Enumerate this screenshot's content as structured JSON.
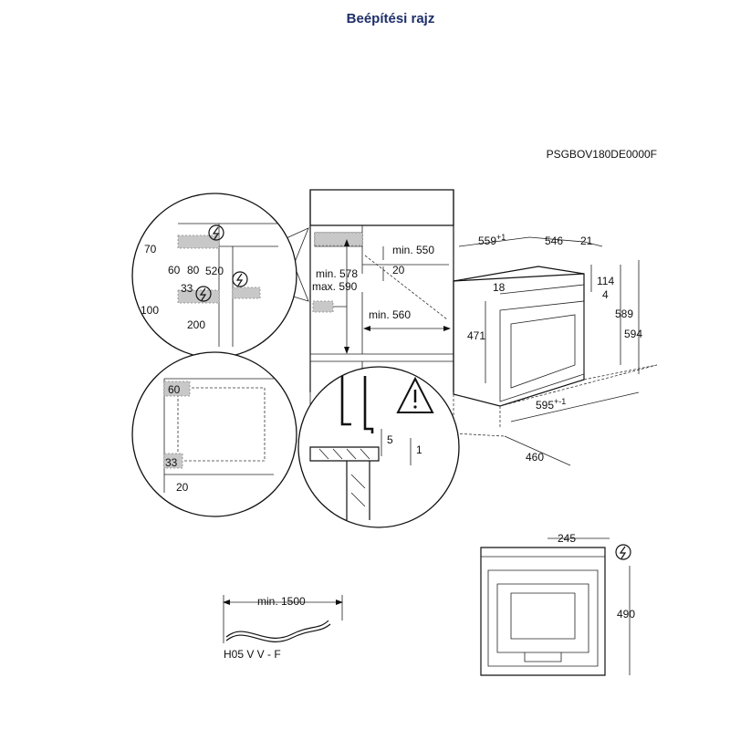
{
  "title": "Beépítési rajz",
  "model_code": "PSGBOV180DE0000F",
  "cable_label": "H05 V V - F",
  "dimensions": {
    "d559": "559",
    "d559_sup": "+1",
    "d546": "546",
    "d21": "21",
    "d114": "114",
    "d4": "4",
    "d589": "589",
    "d594": "594",
    "d18": "18",
    "d471": "471",
    "d595": "595",
    "d595_sup": "+-1",
    "d460": "460",
    "min550": "min. 550",
    "d20_mid": "20",
    "min578": "min. 578",
    "max590": "max. 590",
    "min560": "min. 560",
    "d70": "70",
    "d60_tl": "60",
    "d80": "80",
    "d520": "520",
    "d33_tl": "33",
    "d100": "100",
    "d200": "200",
    "d60_bl": "60",
    "d33_bl": "33",
    "d20_bl": "20",
    "d5": "5",
    "d1": "1",
    "d245": "245",
    "d490": "490",
    "min1500": "min. 1500"
  },
  "icons": {
    "warning": "warning-triangle-icon",
    "electric": "electric-plug-icon"
  }
}
